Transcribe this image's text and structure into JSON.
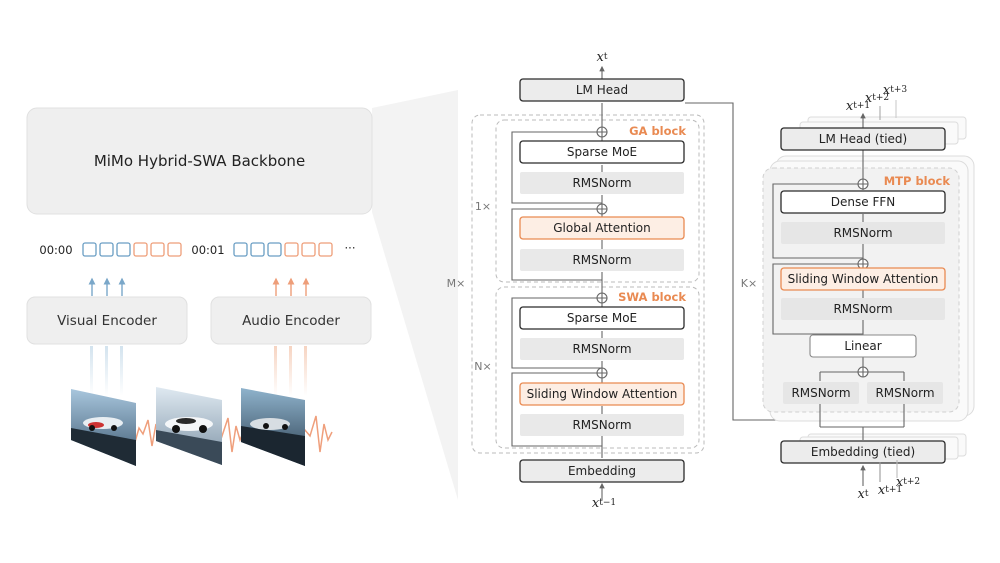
{
  "backbone": {
    "title": "MiMo Hybrid-SWA Backbone"
  },
  "encoders": {
    "visual": "Visual Encoder",
    "audio": "Audio Encoder",
    "time_0": "00:00",
    "time_1": "00:01",
    "ellipsis": "···"
  },
  "main_stack": {
    "lm_head": "LM Head",
    "embedding": "Embedding",
    "output_var": "x",
    "output_sub": "t",
    "input_var": "x",
    "input_sub": "t−1",
    "outer_mult": "M×",
    "ga_block": {
      "title": "GA block",
      "mult": "1×",
      "sparse_moe": "Sparse MoE",
      "rmsnorm_top": "RMSNorm",
      "attention": "Global Attention",
      "rmsnorm_bottom": "RMSNorm"
    },
    "swa_block": {
      "title": "SWA block",
      "mult": "N×",
      "sparse_moe": "Sparse MoE",
      "rmsnorm_top": "RMSNorm",
      "attention": "Sliding Window Attention",
      "rmsnorm_bottom": "RMSNorm"
    }
  },
  "mtp": {
    "lm_head": "LM Head (tied)",
    "embedding": "Embedding (tied)",
    "title": "MTP block",
    "mult": "K×",
    "dense_ffn": "Dense FFN",
    "rmsnorm_top": "RMSNorm",
    "attention": "Sliding Window Attention",
    "rmsnorm_mid": "RMSNorm",
    "linear": "Linear",
    "rmsnorm_left": "RMSNorm",
    "rmsnorm_right": "RMSNorm",
    "outputs": [
      {
        "var": "x",
        "sub": "t+1"
      },
      {
        "var": "x",
        "sub": "t+2"
      },
      {
        "var": "x",
        "sub": "t+3"
      }
    ],
    "inputs": [
      {
        "var": "x",
        "sub": "t"
      },
      {
        "var": "x",
        "sub": "t+1"
      },
      {
        "var": "x",
        "sub": "t+2"
      }
    ]
  },
  "colors": {
    "orange": "#e98a52",
    "orange_fill": "#fdeee4",
    "blue": "#6a9ec4",
    "gray_fill": "#ececec",
    "panel_fill": "#f2f2f2",
    "stroke": "#2b2b2b"
  }
}
